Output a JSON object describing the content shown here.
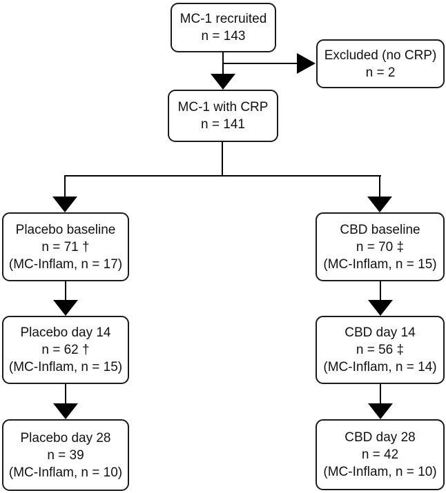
{
  "diagram": {
    "kind": "participant-flow-chart",
    "colors": {
      "background": "#ffffff",
      "box_fill": "#ffffff",
      "box_border": "#1a1a1a",
      "arrow": "#000000",
      "text": "#111111"
    },
    "nodes": {
      "recruited": {
        "line1": "MC-1 recruited",
        "line2": "n = 143"
      },
      "excluded": {
        "line1": "Excluded (no CRP)",
        "line2": "n = 2"
      },
      "with_crp": {
        "line1": "MC-1 with CRP",
        "line2": "n = 141"
      },
      "placebo_baseline": {
        "line1": "Placebo baseline",
        "line2": "n = 71 †",
        "line3": "(MC-Inflam, n = 17)"
      },
      "cbd_baseline": {
        "line1": "CBD baseline",
        "line2": "n = 70 ‡",
        "line3": "(MC-Inflam, n = 15)"
      },
      "placebo_day14": {
        "line1": "Placebo day 14",
        "line2": "n = 62 †",
        "line3": "(MC-Inflam, n = 15)"
      },
      "cbd_day14": {
        "line1": "CBD day 14",
        "line2": "n = 56 ‡",
        "line3": "(MC-Inflam, n = 14)"
      },
      "placebo_day28": {
        "line1": "Placebo day 28",
        "line2": "n = 39",
        "line3": "(MC-Inflam, n = 10)"
      },
      "cbd_day28": {
        "line1": "CBD day 28",
        "line2": "n = 42",
        "line3": "(MC-Inflam, n = 10)"
      }
    }
  }
}
